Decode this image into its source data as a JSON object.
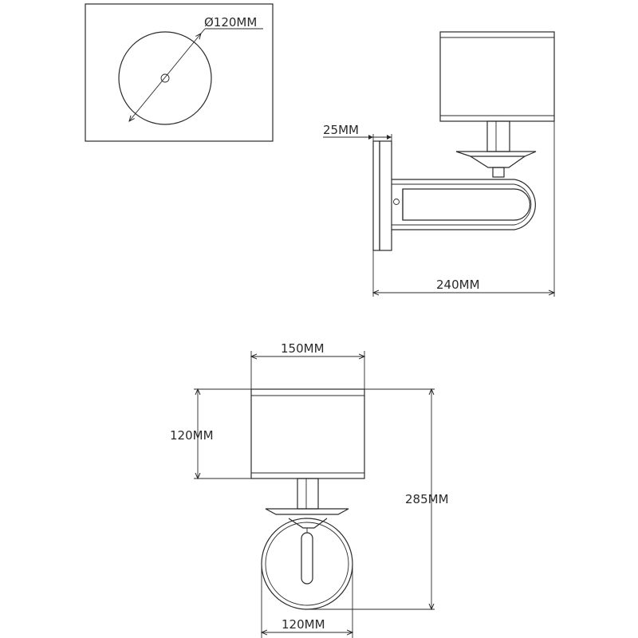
{
  "labels": {
    "base_diameter": "Ø120MM",
    "plate_depth": "25MM",
    "projection": "240MM",
    "shade_width": "150MM",
    "shade_height": "120MM",
    "total_height": "285MM",
    "globe_width": "120MM"
  },
  "colors": {
    "line": "#2a2a2a",
    "background": "#ffffff"
  }
}
